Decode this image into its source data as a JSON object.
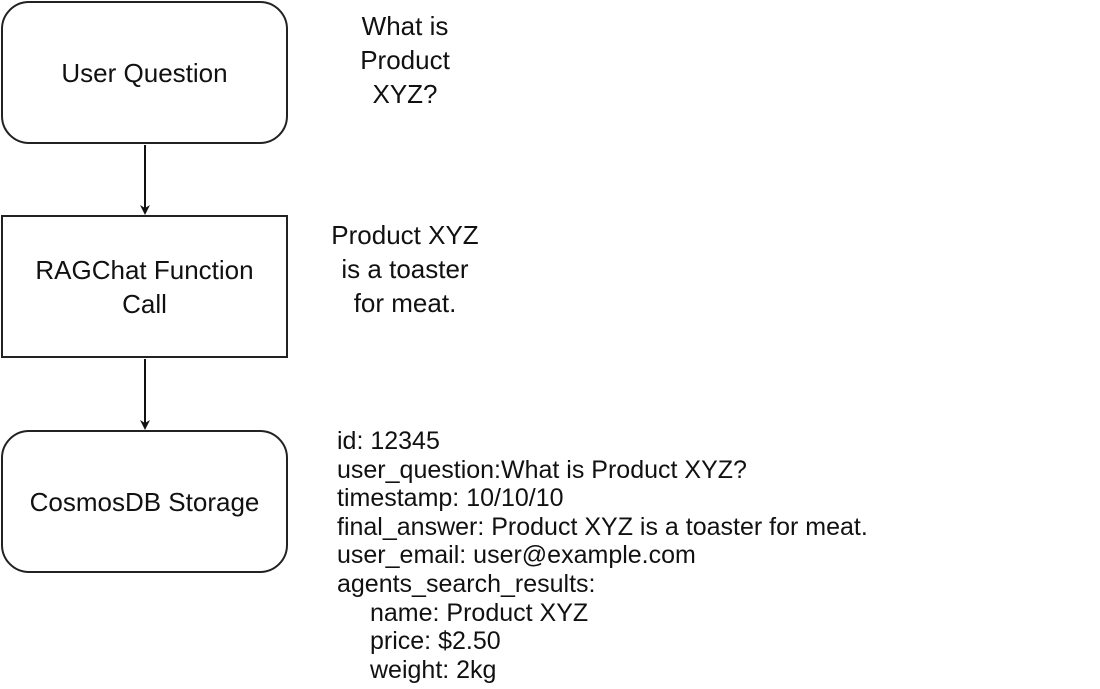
{
  "nodes": {
    "user_question": {
      "label": "User Question",
      "shape": "rounded-rectangle"
    },
    "rag_function": {
      "label": "RAGChat Function\nCall",
      "shape": "rectangle"
    },
    "cosmos_storage": {
      "label": "CosmosDB Storage",
      "shape": "rounded-rectangle"
    }
  },
  "edges": [
    {
      "from": "user_question",
      "to": "rag_function"
    },
    {
      "from": "rag_function",
      "to": "cosmos_storage"
    }
  ],
  "annotations": {
    "question": "What is Product XYZ?",
    "answer": "Product XYZ is a toaster for meat."
  },
  "record": {
    "lines": [
      "id: 12345",
      "user_question:What is Product XYZ?",
      "timestamp: 10/10/10",
      "final_answer: Product XYZ is a toaster for meat.",
      "user_email: user@example.com",
      "agents_search_results:"
    ],
    "nested_lines": [
      "name: Product XYZ",
      "price: $2.50",
      "weight: 2kg"
    ]
  }
}
